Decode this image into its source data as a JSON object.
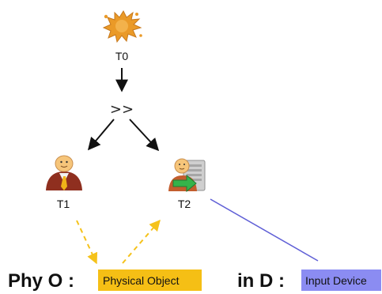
{
  "nodes": {
    "t0": {
      "label": "T0",
      "icon": "splat-icon"
    },
    "operator": {
      "label": ">>"
    },
    "t1": {
      "label": "T1",
      "icon": "user-icon"
    },
    "t2": {
      "label": "T2",
      "icon": "user-computer-icon"
    }
  },
  "legend": {
    "physical": {
      "prefix": "Phy O :",
      "tag": "Physical Object",
      "color": "#f5bf15"
    },
    "input": {
      "prefix": "in D :",
      "tag": "Input Device",
      "color": "#8b8cf2"
    }
  },
  "colors": {
    "arrow": "#111111",
    "dashed_link": "#f5c21b",
    "solid_link": "#5f5fd6"
  }
}
